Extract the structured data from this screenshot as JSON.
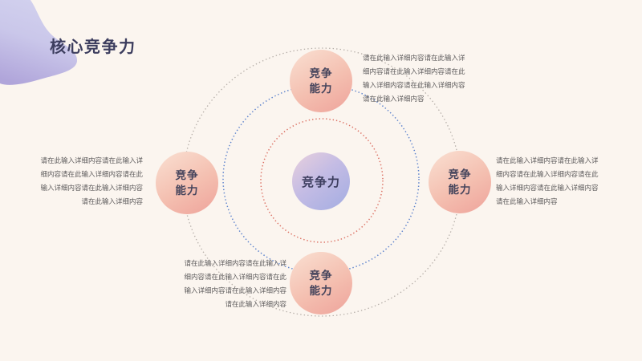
{
  "slide": {
    "title": "核心竞争力",
    "center": {
      "label": "竞争力"
    },
    "satellites": [
      {
        "position": "top",
        "line1": "竞争",
        "line2": "能力",
        "description": "请在此输入详细内容请在此输入详细内容请在此输入详细内容请在此输入详细内容请在此输入详细内容请在此输入详细内容"
      },
      {
        "position": "right",
        "line1": "竞争",
        "line2": "能力",
        "description": "请在此输入详细内容请在此输入详细内容请在此输入详细内容请在此输入详细内容请在此输入详细内容请在此输入详细内容"
      },
      {
        "position": "bottom",
        "line1": "竞争",
        "line2": "能力",
        "description": "请在此输入详细内容请在此输入详细内容请在此输入详细内容请在此输入详细内容请在此输入详细内容请在此输入详细内容"
      },
      {
        "position": "left",
        "line1": "竞争",
        "line2": "能力",
        "description": "请在此输入详细内容请在此输入详细内容请在此输入详细内容请在此输入详细内容请在此输入详细内容请在此输入详细内容"
      }
    ]
  },
  "colors": {
    "background": "#fbf5ef",
    "title_text": "#3c3d5e",
    "body_text": "#5e5c5d",
    "ring_inner_red": "#dc7265",
    "ring_middle_blue": "#5d83cd",
    "ring_outer_gray": "#b5aea8",
    "center_gradient_start": "#e7cfdd",
    "center_gradient_end": "#a6aee2",
    "satellite_gradient_start": "#f9ddcf",
    "satellite_gradient_end": "#efa69d",
    "blob_gradient_start": "#d2d1ee",
    "blob_gradient_end": "#b0a5da"
  }
}
